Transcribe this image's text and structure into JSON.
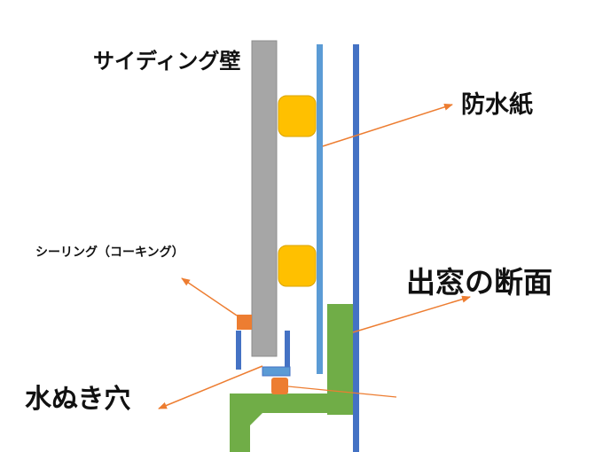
{
  "labels": {
    "siding_wall": "サイディング壁",
    "waterproof_paper": "防水紙",
    "sealing": "シーリング（コーキング）",
    "bay_window_section": "出窓の断面",
    "drain_hole": "水ぬき穴"
  },
  "colors": {
    "siding": "#a6a6a6",
    "siding_edge": "#8c8c8c",
    "spacer": "#ffc000",
    "spacer_edge": "#d9a300",
    "waterproof_paper": "#5b9bd5",
    "frame": "#4472c4",
    "bay_window": "#70ad47",
    "sealing_block": "#ed7d31",
    "arrow": "#ed7d31"
  }
}
